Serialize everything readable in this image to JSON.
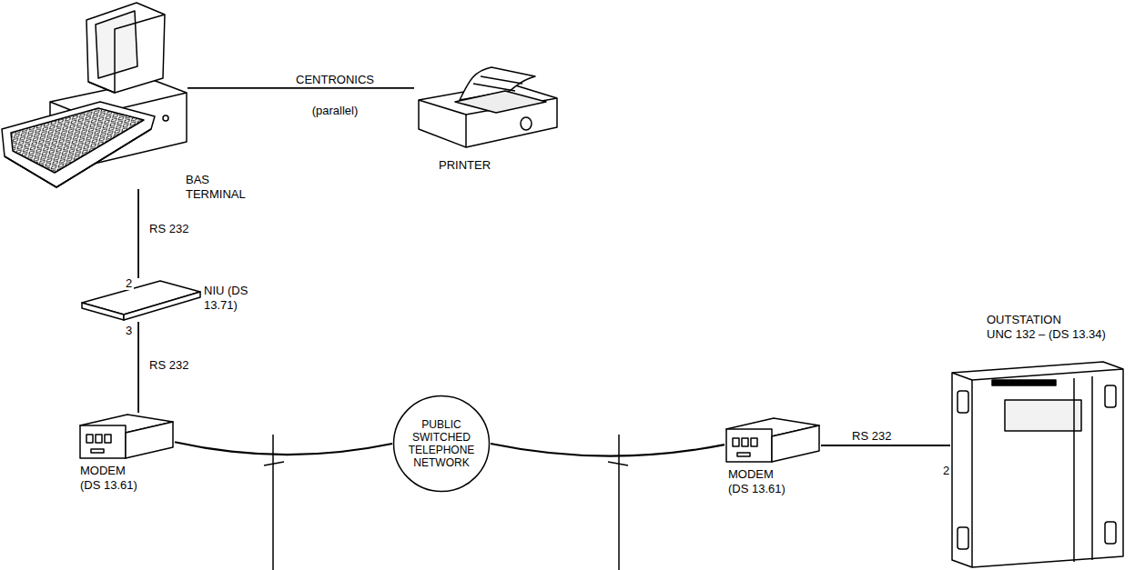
{
  "diagram": {
    "nodes": [
      {
        "text": [
          "BAS TERMINAL"
        ]
      },
      {
        "text": [
          "PRINTER"
        ]
      },
      {
        "text": [
          "NIU (DS 13.71)"
        ]
      },
      {
        "text": [
          "MODEM (DS 13.61)"
        ]
      },
      {
        "text": [
          "PUBLIC SWITCHED TELEPHONE NETWORK"
        ]
      },
      {
        "text": [
          "MODEM (DS 13.61)"
        ]
      },
      {
        "text": [
          "OUTSTATION UNC 132 – (DS 13.34)"
        ]
      }
    ],
    "edges": [
      {
        "from": 0,
        "to": 1,
        "label": "CENTRONICS",
        "arrow": "none"
      },
      {
        "from": 0,
        "to": 2,
        "label": "RS 232",
        "arrow": "none"
      },
      {
        "from": 2,
        "to": 3,
        "label": "RS 232",
        "arrow": "none"
      },
      {
        "from": 3,
        "to": 4,
        "arrow": "none"
      },
      {
        "from": 4,
        "to": 5,
        "arrow": "none"
      },
      {
        "from": 5,
        "to": 6,
        "label": "RS 232",
        "arrow": "none"
      }
    ],
    "labels": [
      "(parallel)",
      "2",
      "3",
      "2"
    ]
  }
}
